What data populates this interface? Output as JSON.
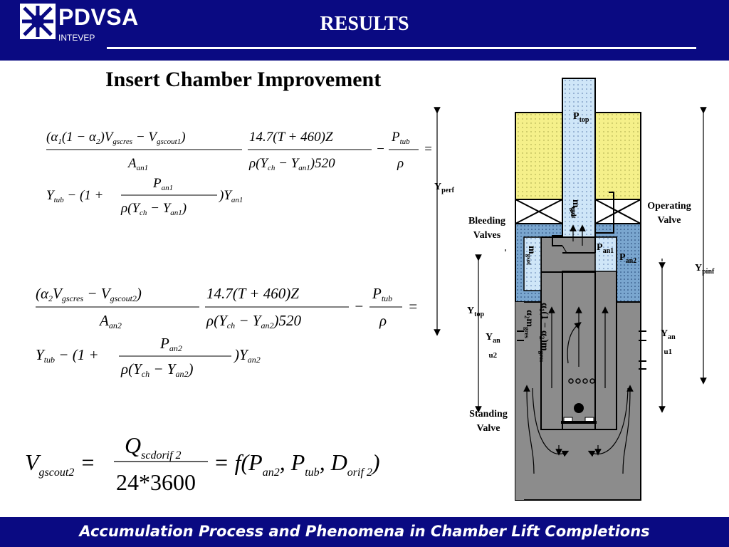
{
  "header": {
    "logo_name": "PDVSA",
    "logo_sub": "INTEVEP",
    "title": "RESULTS"
  },
  "subtitle": "Insert Chamber Improvement",
  "footer": {
    "text": "Accumulation Process and Phenomena in Chamber Lift Completions"
  },
  "diagram": {
    "labels": {
      "p_top": "P",
      "p_top_sub": "top",
      "operating_valve": "Operating",
      "operating_valve_2": "Valve",
      "bleeding_valves": "Bleeding",
      "bleeding_valves_2": "Valves",
      "standing_valve": "Standing",
      "standing_valve_2": "Valve",
      "y_perf": "Y",
      "y_perf_sub": "perf",
      "y_pinf": "Y",
      "y_pinf_sub": "pinf",
      "y_top": "Y",
      "y_top_sub": "top",
      "y_an_left": "Y",
      "y_an_left_sub": "an",
      "y_an_left_2": "u2",
      "y_an_right": "Y",
      "y_an_right_sub": "an",
      "y_an_right_2": "u1",
      "p_an1": "P",
      "p_an1_sub": "an1",
      "p_an2": "P",
      "p_an2_sub": "an2"
    },
    "colors": {
      "header_bg": "#0a0a82",
      "yellow": "#f5f08a",
      "light_blue": "#cfe6f8",
      "gray": "#8c8c8c"
    }
  }
}
